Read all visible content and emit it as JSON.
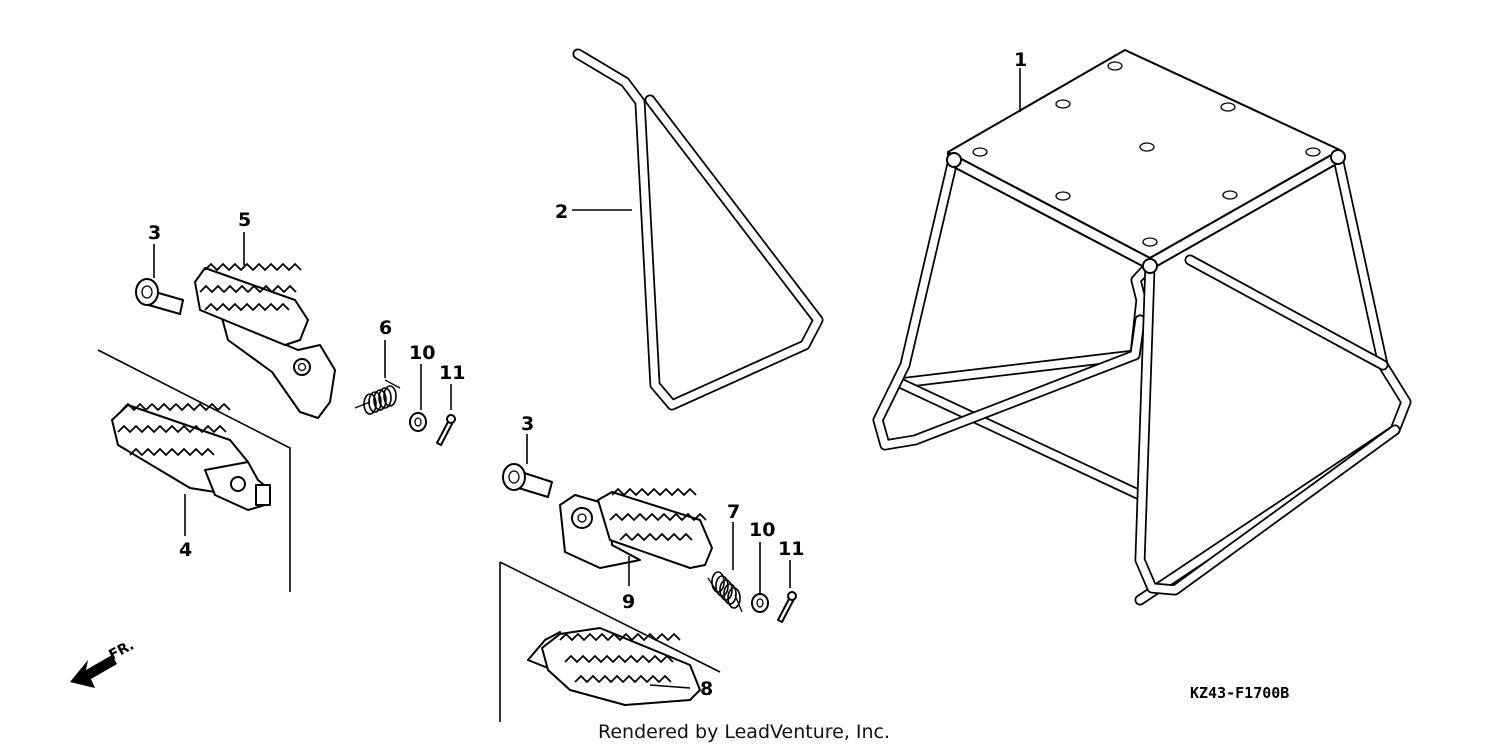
{
  "callouts": {
    "c1": "1",
    "c2": "2",
    "c3a": "3",
    "c3b": "3",
    "c4": "4",
    "c5": "5",
    "c6": "6",
    "c7": "7",
    "c8": "8",
    "c9": "9",
    "c10a": "10",
    "c10b": "10",
    "c11a": "11",
    "c11b": "11"
  },
  "direction_label": "FR.",
  "diagram_code": "KZ43-F1700B",
  "credit": "Rendered by LeadVenture, Inc."
}
